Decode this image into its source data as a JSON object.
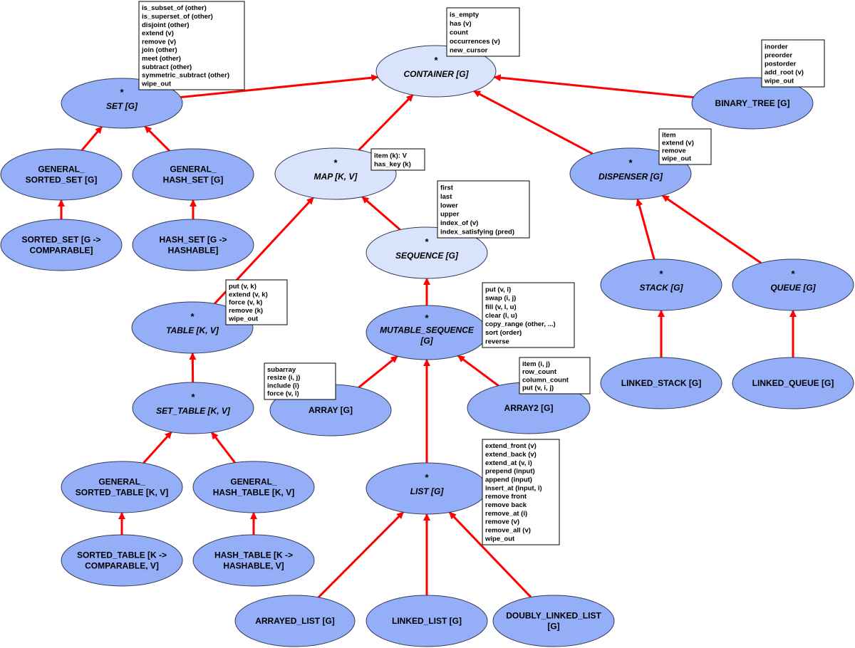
{
  "colors": {
    "abstract_light": "#d9e4fc",
    "class_fill": "#94aef8",
    "edge": "#ff0000",
    "stroke": "#333a55"
  },
  "nodes": {
    "container": {
      "lines": [
        "CONTAINER [G]"
      ],
      "deferred": true
    },
    "set": {
      "lines": [
        "SET [G]"
      ],
      "deferred": true
    },
    "general_sorted_set": {
      "lines": [
        "GENERAL_",
        "SORTED_SET [G]"
      ],
      "deferred": false
    },
    "general_hash_set": {
      "lines": [
        "GENERAL_",
        "HASH_SET [G]"
      ],
      "deferred": false
    },
    "sorted_set": {
      "lines": [
        "SORTED_SET [G ->",
        "COMPARABLE]"
      ],
      "deferred": false
    },
    "hash_set": {
      "lines": [
        "HASH_SET [G ->",
        "HASHABLE]"
      ],
      "deferred": false
    },
    "map": {
      "lines": [
        "MAP [K, V]"
      ],
      "deferred": true
    },
    "sequence": {
      "lines": [
        "SEQUENCE [G]"
      ],
      "deferred": true
    },
    "table": {
      "lines": [
        "TABLE [K, V]"
      ],
      "deferred": true
    },
    "set_table": {
      "lines": [
        "SET_TABLE [K, V]"
      ],
      "deferred": true
    },
    "general_sorted_table": {
      "lines": [
        "GENERAL_",
        "SORTED_TABLE [K, V]"
      ],
      "deferred": false
    },
    "general_hash_table": {
      "lines": [
        "GENERAL_",
        "HASH_TABLE [K, V]"
      ],
      "deferred": false
    },
    "sorted_table": {
      "lines": [
        "SORTED_TABLE [K ->",
        "COMPARABLE, V]"
      ],
      "deferred": false
    },
    "hash_table": {
      "lines": [
        "HASH_TABLE [K ->",
        "HASHABLE, V]"
      ],
      "deferred": false
    },
    "mutable_sequence": {
      "lines": [
        "MUTABLE_SEQUENCE",
        "[G]"
      ],
      "deferred": true
    },
    "array": {
      "lines": [
        "ARRAY [G]"
      ],
      "deferred": false
    },
    "array2": {
      "lines": [
        "ARRAY2 [G]"
      ],
      "deferred": false
    },
    "list": {
      "lines": [
        "LIST [G]"
      ],
      "deferred": true
    },
    "arrayed_list": {
      "lines": [
        "ARRAYED_LIST [G]"
      ],
      "deferred": false
    },
    "linked_list": {
      "lines": [
        "LINKED_LIST [G]"
      ],
      "deferred": false
    },
    "doubly_linked_list": {
      "lines": [
        "DOUBLY_LINKED_LIST",
        "[G]"
      ],
      "deferred": false
    },
    "binary_tree": {
      "lines": [
        "BINARY_TREE [G]"
      ],
      "deferred": false
    },
    "dispenser": {
      "lines": [
        "DISPENSER [G]"
      ],
      "deferred": true
    },
    "stack": {
      "lines": [
        "STACK [G]"
      ],
      "deferred": true
    },
    "queue": {
      "lines": [
        "QUEUE [G]"
      ],
      "deferred": true
    },
    "linked_stack": {
      "lines": [
        "LINKED_STACK [G]"
      ],
      "deferred": false
    },
    "linked_queue": {
      "lines": [
        "LINKED_QUEUE [G]"
      ],
      "deferred": false
    }
  },
  "edges": [
    [
      "set",
      "container"
    ],
    [
      "map",
      "container"
    ],
    [
      "dispenser",
      "container"
    ],
    [
      "binary_tree",
      "container"
    ],
    [
      "general_sorted_set",
      "set"
    ],
    [
      "general_hash_set",
      "set"
    ],
    [
      "sorted_set",
      "general_sorted_set"
    ],
    [
      "hash_set",
      "general_hash_set"
    ],
    [
      "table",
      "map"
    ],
    [
      "sequence",
      "map"
    ],
    [
      "mutable_sequence",
      "sequence"
    ],
    [
      "array",
      "mutable_sequence"
    ],
    [
      "list",
      "mutable_sequence"
    ],
    [
      "array2",
      "mutable_sequence"
    ],
    [
      "set_table",
      "table"
    ],
    [
      "general_sorted_table",
      "set_table"
    ],
    [
      "general_hash_table",
      "set_table"
    ],
    [
      "sorted_table",
      "general_sorted_table"
    ],
    [
      "hash_table",
      "general_hash_table"
    ],
    [
      "arrayed_list",
      "list"
    ],
    [
      "linked_list",
      "list"
    ],
    [
      "doubly_linked_list",
      "list"
    ],
    [
      "stack",
      "dispenser"
    ],
    [
      "queue",
      "dispenser"
    ],
    [
      "linked_stack",
      "stack"
    ],
    [
      "linked_queue",
      "queue"
    ]
  ],
  "feature_boxes": {
    "set_features": [
      "is_subset_of (other)",
      "is_superset_of (other)",
      "disjoint (other)",
      "extend (v)",
      "remove (v)",
      "join (other)",
      "meet (other)",
      "subtract (other)",
      "symmetric_subtract (other)",
      "wipe_out"
    ],
    "container_features": [
      "is_empty",
      "has (v)",
      "count",
      "occurrences (v)",
      "new_cursor"
    ],
    "binary_tree_features": [
      "inorder",
      "preorder",
      "postorder",
      "add_root (v)",
      "wipe_out"
    ],
    "map_features": [
      "item (k): V",
      "has_key (k)"
    ],
    "dispenser_features": [
      "item",
      "extend (v)",
      "remove",
      "wipe_out"
    ],
    "sequence_features": [
      "first",
      "last",
      "lower",
      "upper",
      "index_of (v)",
      "index_satisfying (pred)"
    ],
    "table_features": [
      "put (v, k)",
      "extend (v, k)",
      "force (v, k)",
      "remove (k)",
      "wipe_out"
    ],
    "mutable_sequence_features": [
      "put (v, i)",
      "swap (i, j)",
      "fill (v, l, u)",
      "clear (l, u)",
      "copy_range (other, ...)",
      "sort (order)",
      "reverse"
    ],
    "array_features": [
      "subarray",
      "resize (i, j)",
      "include (i)",
      "force (v, i)"
    ],
    "array2_features": [
      "item (i, j)",
      "row_count",
      "column_count",
      "put (v, i, j)"
    ],
    "list_features": [
      "extend_front (v)",
      "extend_back (v)",
      "extend_at (v, i)",
      "prepend (input)",
      "append (input)",
      "insert_at (input, i)",
      "remove front",
      "remove back",
      "remove_at (i)",
      "remove (v)",
      "remove_all (v)",
      "wipe_out"
    ]
  },
  "deferred_marker": "*"
}
